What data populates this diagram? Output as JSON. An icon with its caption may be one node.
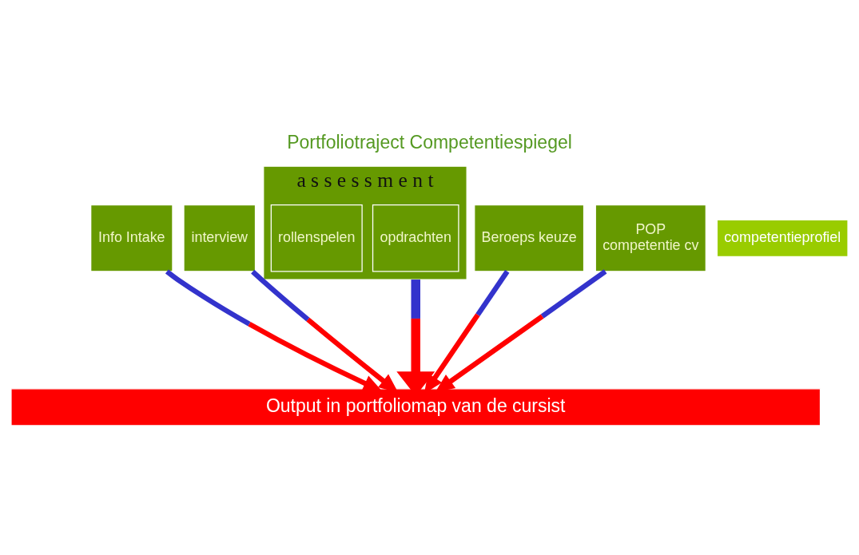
{
  "diagram": {
    "title": "Portfoliotraject Competentiespiegel",
    "nodes": [
      {
        "text": [
          "Info Intake"
        ]
      },
      {
        "text": [
          "interview"
        ]
      },
      {
        "text": [
          "a s s e s s m e n t"
        ]
      },
      {
        "text": [
          "opdrachten"
        ],
        "in": 2
      },
      {
        "text": [
          "rollenspelen"
        ],
        "in": 2
      },
      {
        "text": [
          "competentieprofiel"
        ]
      },
      {
        "text": [
          "Beroeps keuze"
        ]
      },
      {
        "text": [
          "POP",
          "competentie cv"
        ]
      },
      {
        "text": [
          "Output in portfoliomap van de cursist"
        ]
      }
    ],
    "edges": [
      {
        "from": 0,
        "to": 8,
        "arrow": "to"
      },
      {
        "from": 1,
        "to": 8,
        "arrow": "to"
      },
      {
        "from": 2,
        "to": 8,
        "arrow": "to",
        "style": "thick"
      },
      {
        "from": 6,
        "to": 8,
        "arrow": "to"
      },
      {
        "from": 7,
        "to": 8,
        "arrow": "to"
      }
    ]
  }
}
